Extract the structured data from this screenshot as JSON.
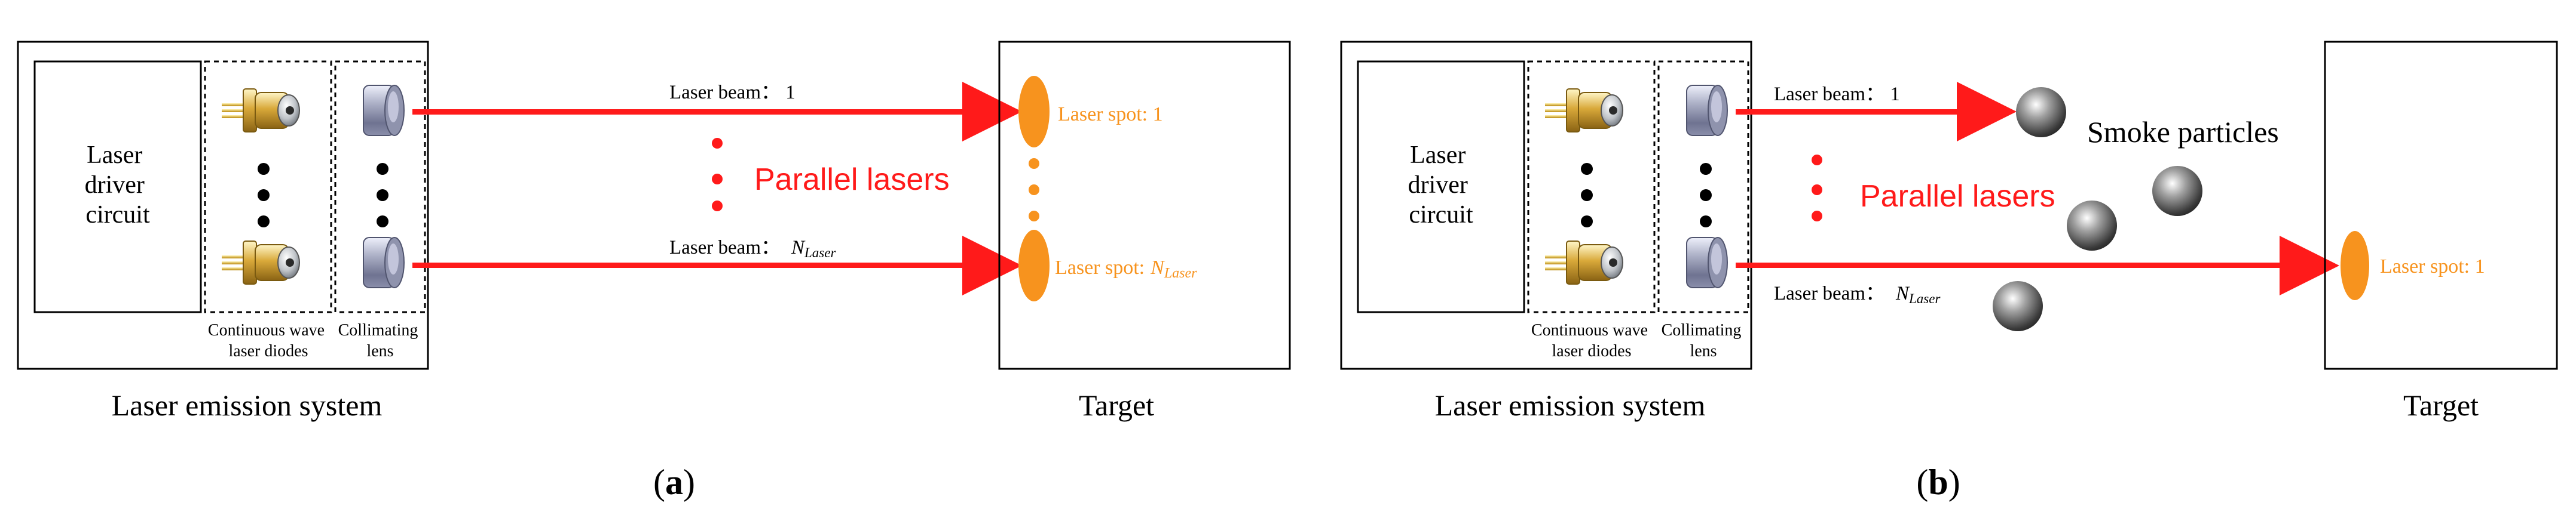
{
  "panels": [
    {
      "id": "a",
      "caption": "a",
      "driver_label_lines": [
        "Laser",
        "driver",
        "circuit"
      ],
      "diodes_label_lines": [
        "Continuous wave",
        "laser diodes"
      ],
      "lens_label_lines": [
        "Collimating",
        "lens"
      ],
      "system_label": "Laser emission system",
      "target_label": "Target",
      "beam_top_label": "Laser beam： 1",
      "beam_bottom_prefix": "Laser beam：",
      "n_symbol": "N",
      "n_subscript": "Laser",
      "parallel_label": "Parallel lasers",
      "spot_top_label": "Laser spot: 1",
      "spot_bottom_prefix": "Laser spot:"
    },
    {
      "id": "b",
      "caption": "b",
      "driver_label_lines": [
        "Laser",
        "driver",
        "circuit"
      ],
      "diodes_label_lines": [
        "Continuous wave",
        "laser diodes"
      ],
      "lens_label_lines": [
        "Collimating",
        "lens"
      ],
      "system_label": "Laser emission system",
      "target_label": "Target",
      "beam_top_label": "Laser beam： 1",
      "beam_bottom_prefix": "Laser beam：",
      "n_symbol": "N",
      "n_subscript": "Laser",
      "parallel_label": "Parallel lasers",
      "smoke_label": "Smoke particles",
      "spot_label": "Laser spot: 1"
    }
  ],
  "colors": {
    "beam": "#ff1a1a",
    "spot": "#f7931e",
    "text": "#000000"
  },
  "icons": [
    "laser-diode-icon",
    "collimating-lens-icon",
    "smoke-particle-icon"
  ]
}
